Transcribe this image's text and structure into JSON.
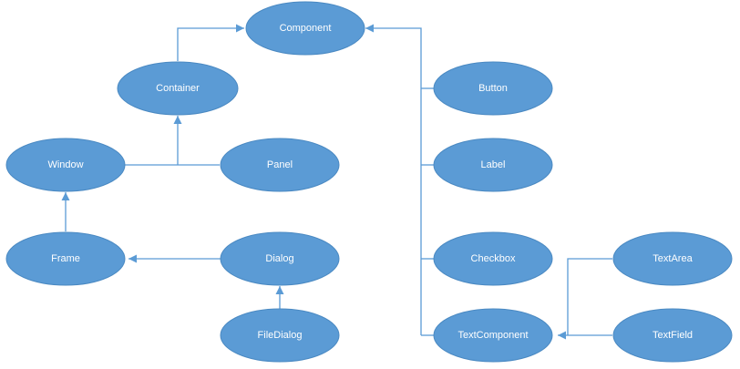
{
  "diagram": {
    "colors": {
      "node_fill": "#5b9bd5",
      "edge": "#5b9bd5",
      "label": "#ffffff"
    },
    "nodes": {
      "component": "Component",
      "container": "Container",
      "window": "Window",
      "panel": "Panel",
      "frame": "Frame",
      "dialog": "Dialog",
      "filedialog": "FileDialog",
      "button": "Button",
      "label": "Label",
      "checkbox": "Checkbox",
      "textcomponent": "TextComponent",
      "textarea": "TextArea",
      "textfield": "TextField"
    },
    "edges": [
      {
        "from": "Container",
        "to": "Component"
      },
      {
        "from": "Window",
        "to": "Container"
      },
      {
        "from": "Panel",
        "to": "Container"
      },
      {
        "from": "Frame",
        "to": "Window"
      },
      {
        "from": "Dialog",
        "to": "Frame"
      },
      {
        "from": "FileDialog",
        "to": "Dialog"
      },
      {
        "from": "Button",
        "to": "Component"
      },
      {
        "from": "Label",
        "to": "Component"
      },
      {
        "from": "Checkbox",
        "to": "Component"
      },
      {
        "from": "TextComponent",
        "to": "Component"
      },
      {
        "from": "TextArea",
        "to": "TextComponent"
      },
      {
        "from": "TextField",
        "to": "TextComponent"
      }
    ]
  }
}
